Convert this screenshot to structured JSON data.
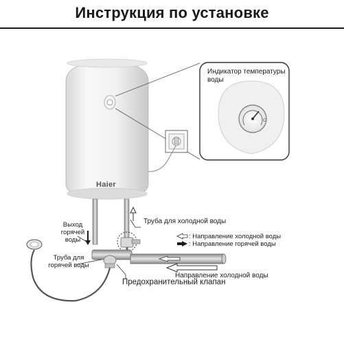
{
  "title": "Инструкция по установке",
  "brand": "Haier",
  "callout": {
    "title_line1": "Индикатор температуры",
    "title_line2": "воды"
  },
  "labels": {
    "hot_outlet_line1": "Выход",
    "hot_outlet_line2": "горячей",
    "hot_outlet_line3": "воды",
    "cold_pipe": "Труба для холодной воды",
    "legend_cold": ": Направление холодной воды",
    "legend_hot": ": Направление горячей воды",
    "hot_pipe_line1": "Труба для",
    "hot_pipe_line2": "горячей воды",
    "cold_direction": "Направление холодной воды",
    "safety_valve": "Предохранительный клапан"
  },
  "colors": {
    "line": "#444444",
    "tank": "#f4f4f4",
    "frame": "#333333"
  }
}
